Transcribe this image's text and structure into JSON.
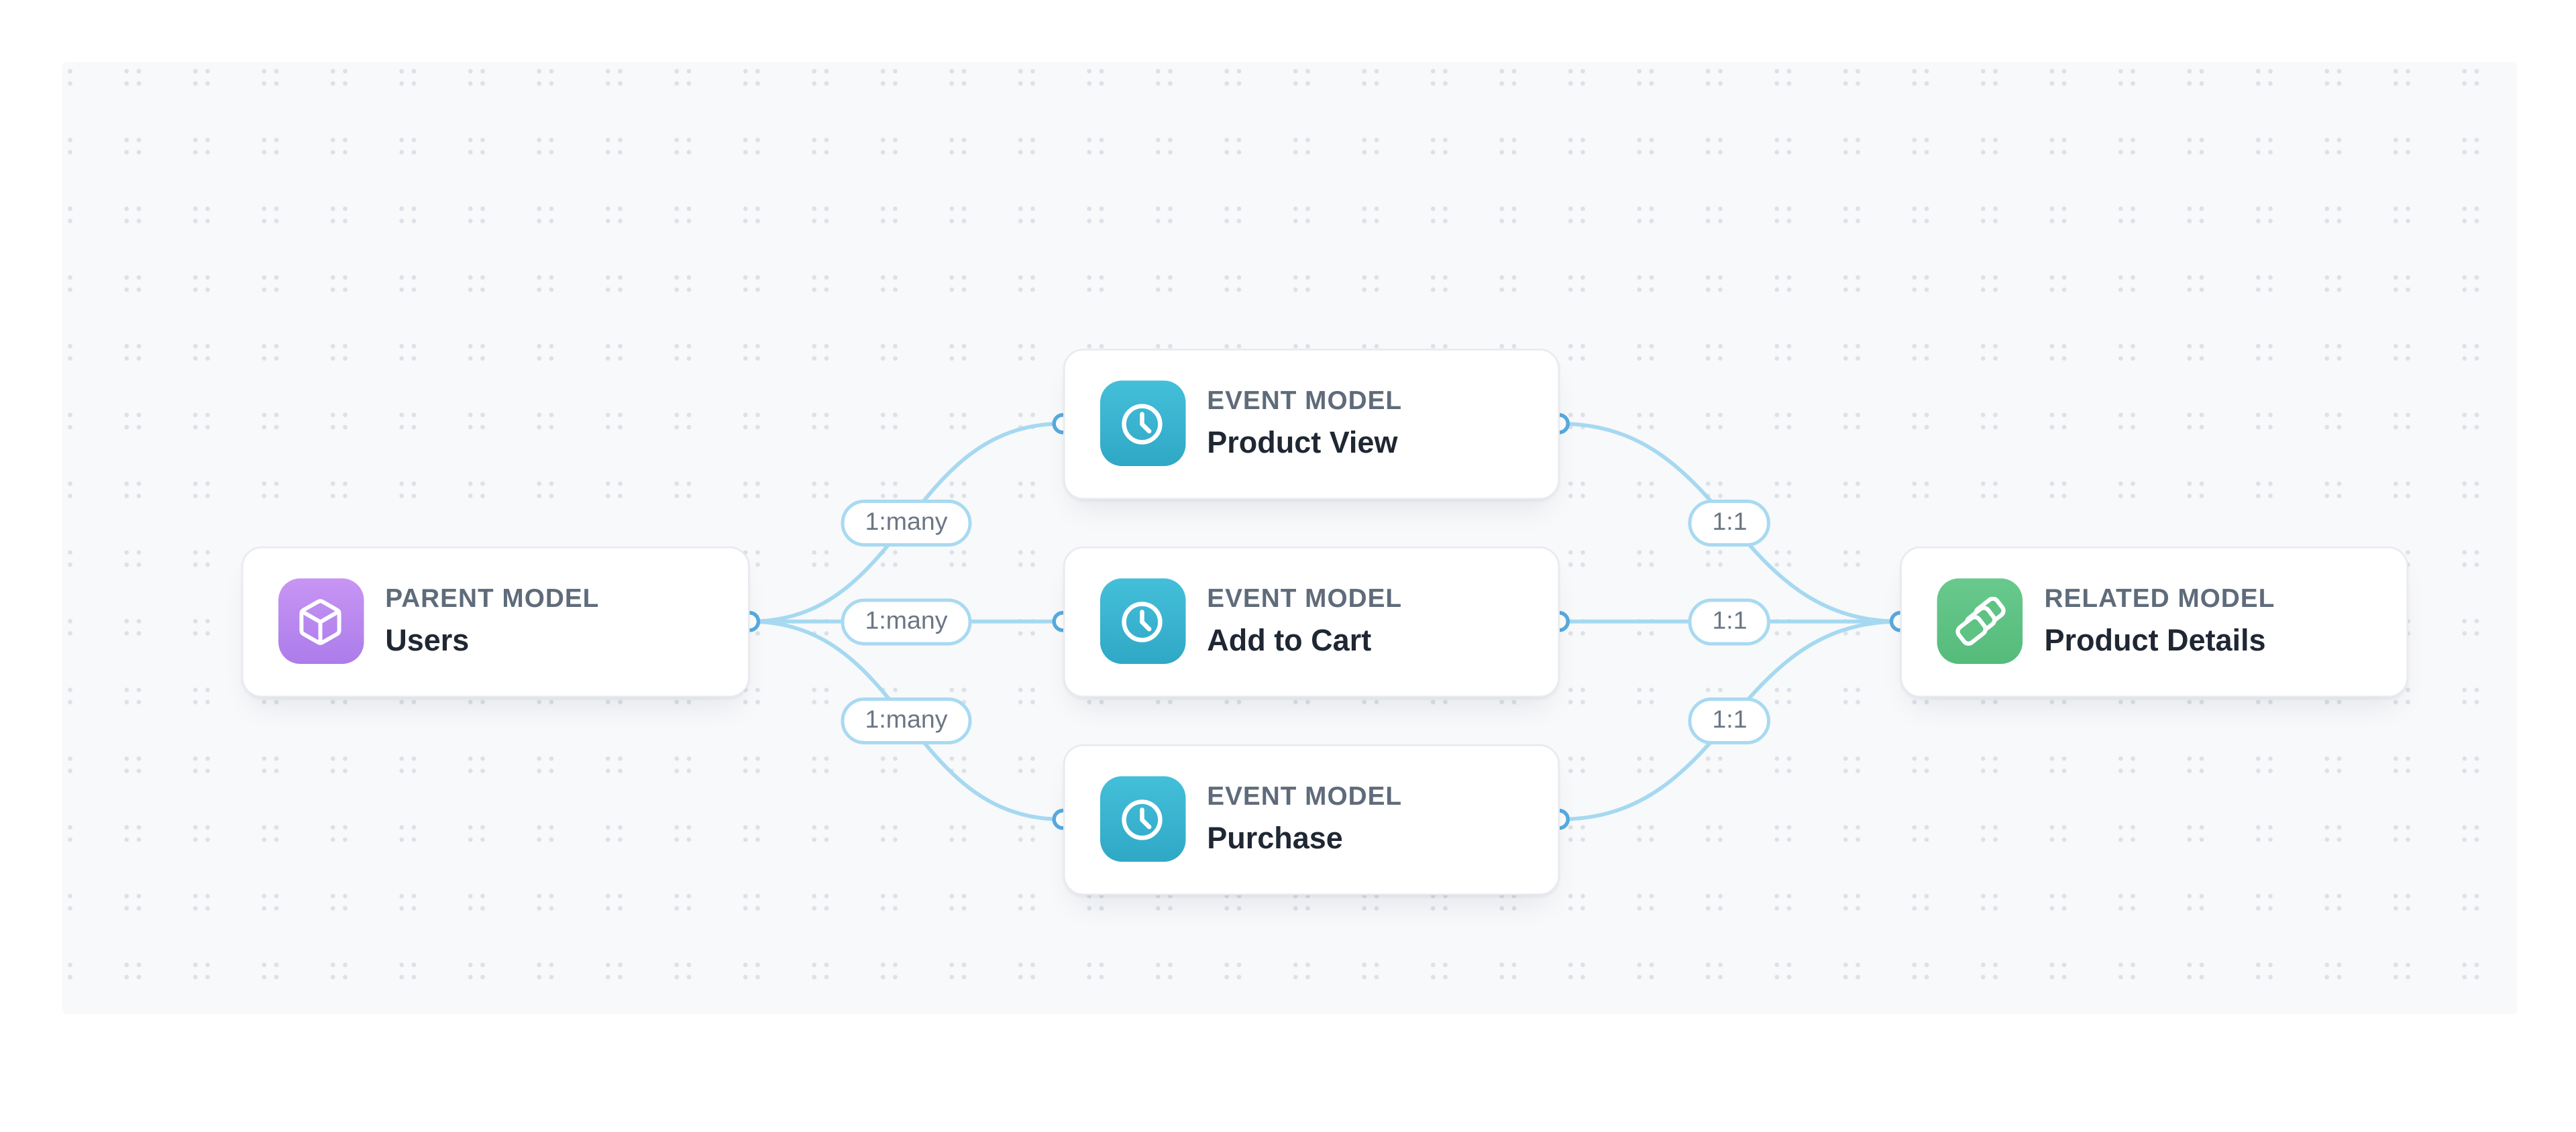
{
  "nodes": [
    {
      "type_label": "PARENT MODEL",
      "name": "Users",
      "icon": "cube-icon",
      "accent_from": "#c795f3",
      "accent_to": "#ac7cea"
    },
    {
      "type_label": "EVENT MODEL",
      "name": "Product View",
      "icon": "clock-icon",
      "accent_from": "#44bfd9",
      "accent_to": "#2fa8c6"
    },
    {
      "type_label": "EVENT MODEL",
      "name": "Add to Cart",
      "icon": "clock-icon",
      "accent_from": "#44bfd9",
      "accent_to": "#2fa8c6"
    },
    {
      "type_label": "EVENT MODEL",
      "name": "Purchase",
      "icon": "clock-icon",
      "accent_from": "#44bfd9",
      "accent_to": "#2fa8c6"
    },
    {
      "type_label": "RELATED MODEL",
      "name": "Product Details",
      "icon": "layers-icon",
      "accent_from": "#68c98c",
      "accent_to": "#55bb7b"
    }
  ],
  "edges": [
    {
      "from": "Users",
      "to": "Product View",
      "label": "1:many"
    },
    {
      "from": "Users",
      "to": "Add to Cart",
      "label": "1:many"
    },
    {
      "from": "Users",
      "to": "Purchase",
      "label": "1:many"
    },
    {
      "from": "Product View",
      "to": "Product Details",
      "label": "1:1"
    },
    {
      "from": "Add to Cart",
      "to": "Product Details",
      "label": "1:1"
    },
    {
      "from": "Purchase",
      "to": "Product Details",
      "label": "1:1"
    }
  ],
  "colors": {
    "page_bg": "#ffffff",
    "canvas_bg": "#f8f9fb",
    "dot_color": "#dde1e7",
    "edge_color": "#a6d9f1",
    "handle_border": "#57abdf",
    "pill_border": "#a8daf1",
    "pill_text": "#6b7684",
    "label_text": "#5f6b7a",
    "name_text": "#1f2733",
    "card_border": "#e8eaef"
  }
}
